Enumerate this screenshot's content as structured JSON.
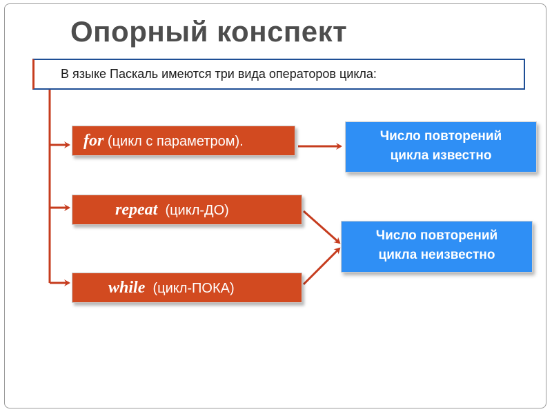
{
  "title": "Опорный конспект",
  "intro": "В языке Паскаль имеются три вида операторов цикла:",
  "loops": [
    {
      "keyword": "for",
      "desc": "(цикл с параметром)."
    },
    {
      "keyword": "repeat",
      "desc": "(цикл-ДО)"
    },
    {
      "keyword": "while",
      "desc": "(цикл-ПОКА)"
    }
  ],
  "results": [
    {
      "line1": "Число повторений",
      "line2": "цикла известно"
    },
    {
      "line1": "Число повторений",
      "line2": "цикла неизвестно"
    }
  ],
  "colors": {
    "loop_box": "#d24a20",
    "result_box": "#2f8ff5",
    "intro_border": "#1e4e95",
    "connector": "#c63c1e",
    "title": "#4d4d4d"
  }
}
